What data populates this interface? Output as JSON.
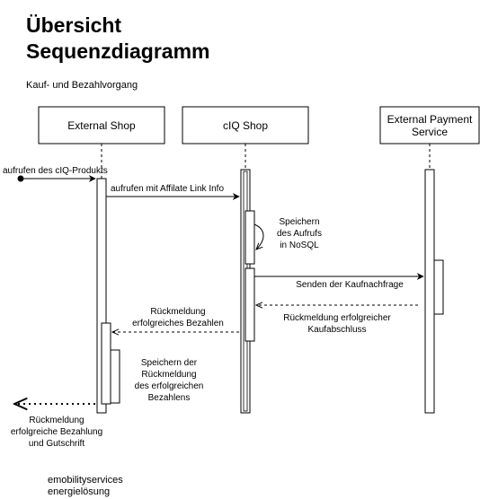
{
  "diagram": {
    "title_line1": "Übersicht",
    "title_line2": "Sequenzdiagramm",
    "subtitle": "Kauf- und Bezahlvorgang",
    "participants": [
      {
        "lines": [
          "External Shop"
        ]
      },
      {
        "lines": [
          "cIQ Shop"
        ]
      },
      {
        "lines": [
          "External Payment",
          "Service"
        ]
      }
    ],
    "messages": [
      {
        "lines": [
          "aufrufen des cIQ-Produkts"
        ],
        "style": "solid",
        "kind": "found"
      },
      {
        "lines": [
          "aufrufen mit Affilate Link Info"
        ],
        "style": "solid"
      },
      {
        "lines": [
          "Speichern",
          "des Aufrufs",
          "in NoSQL"
        ],
        "style": "solid",
        "kind": "self"
      },
      {
        "lines": [
          "Senden der Kaufnachfrage"
        ],
        "style": "solid"
      },
      {
        "lines": [
          "Rückmeldung erfolgreicher",
          "Kaufabschluss"
        ],
        "style": "dashed"
      },
      {
        "lines": [
          "Rückmeldung",
          "erfolgreiches Bezahlen"
        ],
        "style": "dashed"
      },
      {
        "lines": [
          "Speichern der",
          "Rückmeldung",
          "des erfolgreichen",
          "Bezahlens"
        ],
        "style": "solid",
        "kind": "self"
      },
      {
        "lines": [
          "Rückmeldung",
          "erfolgreiche Bezahlung",
          "und Gutschrift"
        ],
        "style": "dotted",
        "kind": "lost"
      }
    ],
    "footer_lines": [
      "emobilityservices",
      "energielösung"
    ]
  }
}
